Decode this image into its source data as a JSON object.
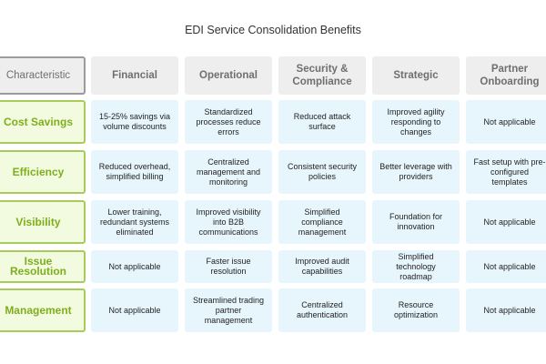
{
  "title": "EDI Service Consolidation Benefits",
  "corner_label": "Characteristic",
  "columns": [
    "Financial",
    "Operational",
    "Security & Compliance",
    "Strategic",
    "Partner Onboarding"
  ],
  "rows": [
    {
      "label": "Cost Savings",
      "cells": [
        "15-25% savings via volume discounts",
        "Standardized processes reduce errors",
        "Reduced attack surface",
        "Improved agility responding to changes",
        "Not applicable"
      ]
    },
    {
      "label": "Efficiency",
      "cells": [
        "Reduced overhead, simplified billing",
        "Centralized management and monitoring",
        "Consistent security policies",
        "Better leverage with providers",
        "Fast setup with pre-configured templates"
      ]
    },
    {
      "label": "Visibility",
      "cells": [
        "Lower training, redundant systems eliminated",
        "Improved visibility into B2B communications",
        "Simplified compliance management",
        "Foundation for innovation",
        "Not applicable"
      ]
    },
    {
      "label": "Issue Resolution",
      "cells": [
        "Not applicable",
        "Faster issue resolution",
        "Improved audit capabilities",
        "Simplified technology roadmap",
        "Not applicable"
      ]
    },
    {
      "label": "Management",
      "cells": [
        "Not applicable",
        "Streamlined trading partner management",
        "Centralized authentication",
        "Resource optimization",
        "Not applicable"
      ]
    }
  ],
  "colors": {
    "row_label_text": "#7fae1c",
    "row_label_border": "#a8cc5a",
    "row_label_bg": "#f2fbdf",
    "cell_bg": "#e7f6fd",
    "header_bg": "#eeeeee",
    "header_text": "#6f6f6f"
  }
}
